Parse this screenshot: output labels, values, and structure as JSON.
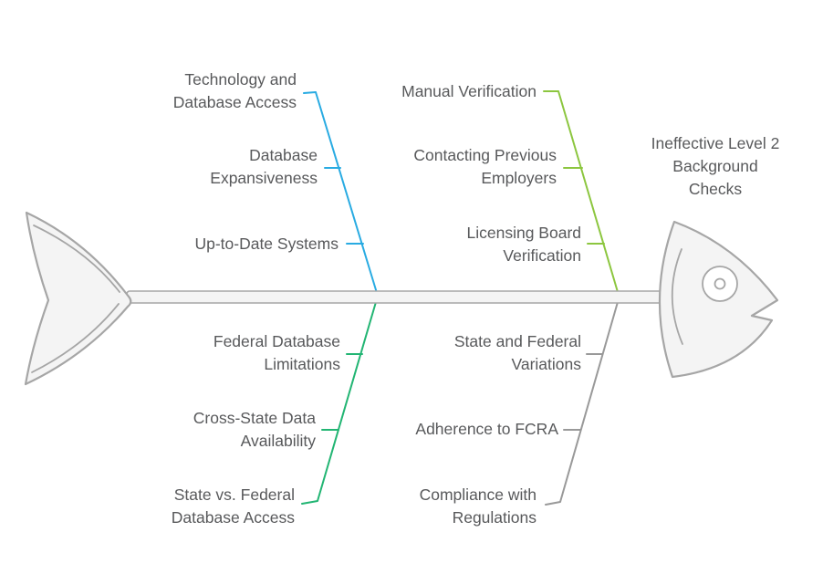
{
  "diagram": {
    "type": "fishbone-cause-effect",
    "problem": {
      "text": "Ineffective Level 2 Background Checks",
      "lines": [
        "Ineffective Level 2",
        "Background",
        "Checks"
      ]
    },
    "colors": {
      "branch_top_left": "#29ABE2",
      "branch_top_right": "#8CC63F",
      "branch_bottom_left": "#22B573",
      "branch_bottom_right": "#999999",
      "shape_stroke": "#A6A6A6",
      "shape_fill": "#F4F4F4",
      "eye_fill": "#FFFFFF",
      "text": "#58595B",
      "background": "#FFFFFF"
    },
    "branches": {
      "top_left": {
        "labels": [
          {
            "text": "Technology and Database Access",
            "lines": [
              "Technology and",
              "Database Access"
            ]
          },
          {
            "text": "Database Expansiveness",
            "lines": [
              "Database",
              "Expansiveness"
            ]
          },
          {
            "text": "Up-to-Date Systems",
            "lines": [
              "Up-to-Date Systems"
            ]
          }
        ]
      },
      "top_right": {
        "labels": [
          {
            "text": "Manual Verification",
            "lines": [
              "Manual Verification"
            ]
          },
          {
            "text": "Contacting Previous Employers",
            "lines": [
              "Contacting Previous",
              "Employers"
            ]
          },
          {
            "text": "Licensing Board Verification",
            "lines": [
              "Licensing Board",
              "Verification"
            ]
          }
        ]
      },
      "bottom_left": {
        "labels": [
          {
            "text": "Federal Database Limitations",
            "lines": [
              "Federal Database",
              "Limitations"
            ]
          },
          {
            "text": "Cross-State Data Availability",
            "lines": [
              "Cross-State Data",
              "Availability"
            ]
          },
          {
            "text": "State vs. Federal Database Access",
            "lines": [
              "State vs. Federal",
              "Database Access"
            ]
          }
        ]
      },
      "bottom_right": {
        "labels": [
          {
            "text": "State and Federal Variations",
            "lines": [
              "State and Federal",
              "Variations"
            ]
          },
          {
            "text": "Adherence to FCRA",
            "lines": [
              "Adherence to FCRA"
            ]
          },
          {
            "text": "Compliance with Regulations",
            "lines": [
              "Compliance with",
              "Regulations"
            ]
          }
        ]
      }
    }
  }
}
